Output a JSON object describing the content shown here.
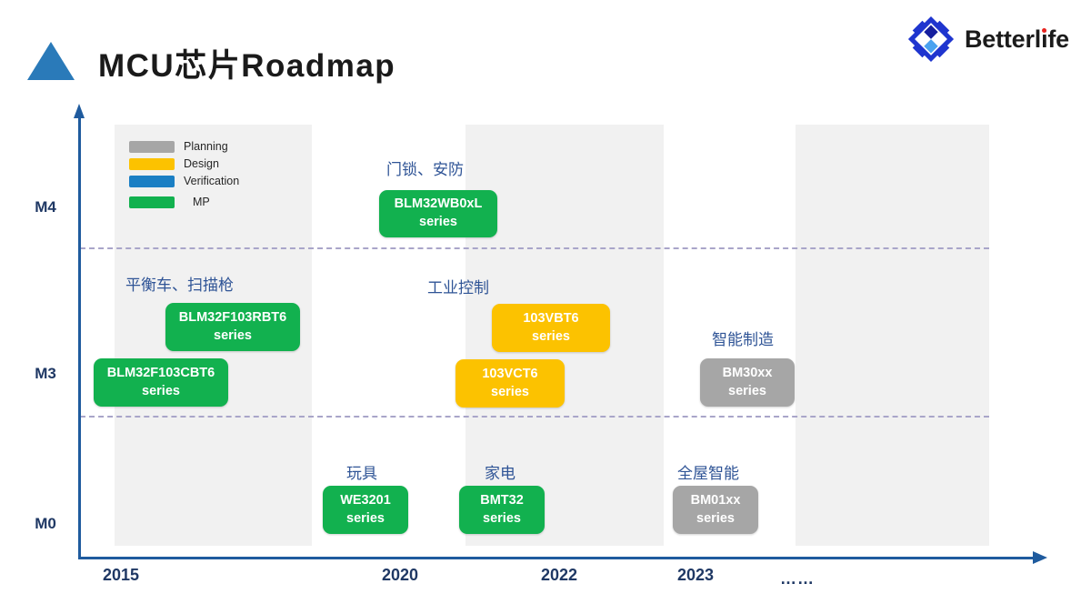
{
  "header": {
    "title": "MCU芯片Roadmap",
    "logo_icon": "diamond-gear-icon",
    "brand_name": "Betterlife",
    "triangle_icon": "triangle-icon"
  },
  "legend": {
    "items": [
      {
        "label": "Planning",
        "color": "#a6a6a6"
      },
      {
        "label": "Design",
        "color": "#fcc200"
      },
      {
        "label": "Verification",
        "color": "#1b7fc4"
      },
      {
        "label": "MP",
        "color": "#12b14f"
      }
    ]
  },
  "axes": {
    "y_labels": [
      "M4",
      "M3",
      "M0"
    ],
    "x_labels": [
      "2015",
      "2020",
      "2022",
      "2023",
      "……"
    ]
  },
  "categories": [
    {
      "label": "门锁、安防"
    },
    {
      "label": "平衡车、扫描枪"
    },
    {
      "label": "工业控制"
    },
    {
      "label": "智能制造"
    },
    {
      "label": "玩具"
    },
    {
      "label": "家电"
    },
    {
      "label": "全屋智能"
    }
  ],
  "products": [
    {
      "name": "BLM32WB0xL",
      "series": "series",
      "status": "MP",
      "color": "#12b14f"
    },
    {
      "name": "BLM32F103RBT6",
      "series": "series",
      "status": "MP",
      "color": "#12b14f"
    },
    {
      "name": "BLM32F103CBT6",
      "series": "series",
      "status": "MP",
      "color": "#12b14f"
    },
    {
      "name": "103VBT6",
      "series": "series",
      "status": "Design",
      "color": "#fcc200"
    },
    {
      "name": "103VCT6",
      "series": "series",
      "status": "Design",
      "color": "#fcc200"
    },
    {
      "name": "BM30xx",
      "series": "series",
      "status": "Planning",
      "color": "#a6a6a6"
    },
    {
      "name": "WE3201",
      "series": "series",
      "status": "MP",
      "color": "#12b14f"
    },
    {
      "name": "BMT32",
      "series": "series",
      "status": "MP",
      "color": "#12b14f"
    },
    {
      "name": "BM01xx",
      "series": "series",
      "status": "Planning",
      "color": "#a6a6a6"
    }
  ],
  "chart_data": {
    "type": "timeline-roadmap",
    "title": "MCU芯片Roadmap",
    "xlabel": "",
    "ylabel": "",
    "x_ticks": [
      "2015",
      "2020",
      "2022",
      "2023",
      "……"
    ],
    "y_ticks": [
      "M4",
      "M3",
      "M0"
    ],
    "grid": "dashed horizontal separators between M4/M3 and M3/M0 tiers",
    "legend_position": "top-left inside plot",
    "status_legend": [
      "Planning",
      "Design",
      "Verification",
      "MP"
    ],
    "items": [
      {
        "category": "门锁、安防",
        "product": "BLM32WB0xL series",
        "tier": "M4",
        "year": "2020",
        "status": "MP"
      },
      {
        "category": "平衡车、扫描枪",
        "product": "BLM32F103RBT6 series",
        "tier": "M3",
        "year": "2015",
        "status": "MP"
      },
      {
        "category": "平衡车、扫描枪",
        "product": "BLM32F103CBT6 series",
        "tier": "M3",
        "year": "2015",
        "status": "MP"
      },
      {
        "category": "工业控制",
        "product": "103VBT6 series",
        "tier": "M3",
        "year": "2022",
        "status": "Design"
      },
      {
        "category": "工业控制",
        "product": "103VCT6 series",
        "tier": "M3",
        "year": "2022",
        "status": "Design"
      },
      {
        "category": "智能制造",
        "product": "BM30xx series",
        "tier": "M3",
        "year": "2023",
        "status": "Planning"
      },
      {
        "category": "玩具",
        "product": "WE3201 series",
        "tier": "M0",
        "year": "2020",
        "status": "MP"
      },
      {
        "category": "家电",
        "product": "BMT32 series",
        "tier": "M0",
        "year": "2022",
        "status": "MP"
      },
      {
        "category": "全屋智能",
        "product": "BM01xx series",
        "tier": "M0",
        "year": "2023",
        "status": "Planning"
      }
    ]
  }
}
